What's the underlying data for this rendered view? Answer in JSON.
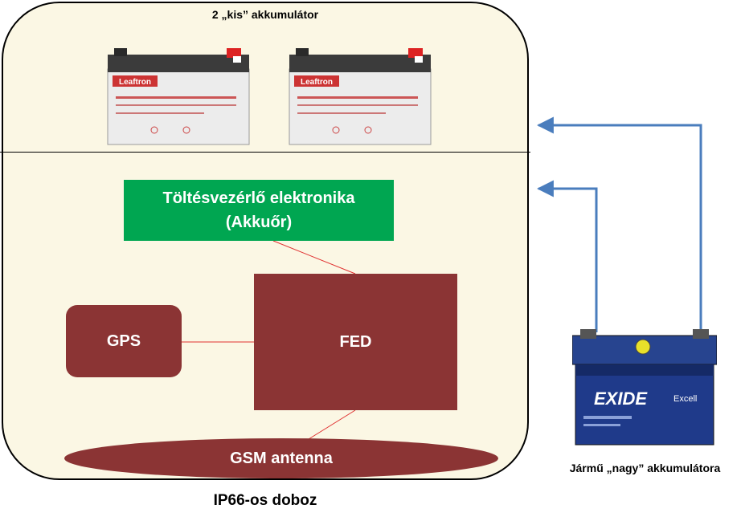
{
  "small_batteries": {
    "label": "2 „kis” akkumulátor",
    "brand": "Leaftron"
  },
  "charger": {
    "line1": "Töltésvezérlő elektronika",
    "line2": "(Akkuőr)"
  },
  "gps": {
    "label": "GPS"
  },
  "fed": {
    "label": "FED"
  },
  "gsm": {
    "label": "GSM antenna"
  },
  "enclosure": {
    "label": "IP66-os doboz"
  },
  "car_battery": {
    "label": "Jármű „nagy” akkumulátora",
    "brand": "EXIDE",
    "model": "Excell"
  },
  "colors": {
    "module": "#8b3434",
    "charger": "#00a651",
    "arrow": "#4a7dbd",
    "connector": "#e03030",
    "enclosure_fill": "#fbf7e4"
  },
  "icons": [
    "small-battery-icon",
    "car-battery-icon",
    "arrow-icon"
  ]
}
